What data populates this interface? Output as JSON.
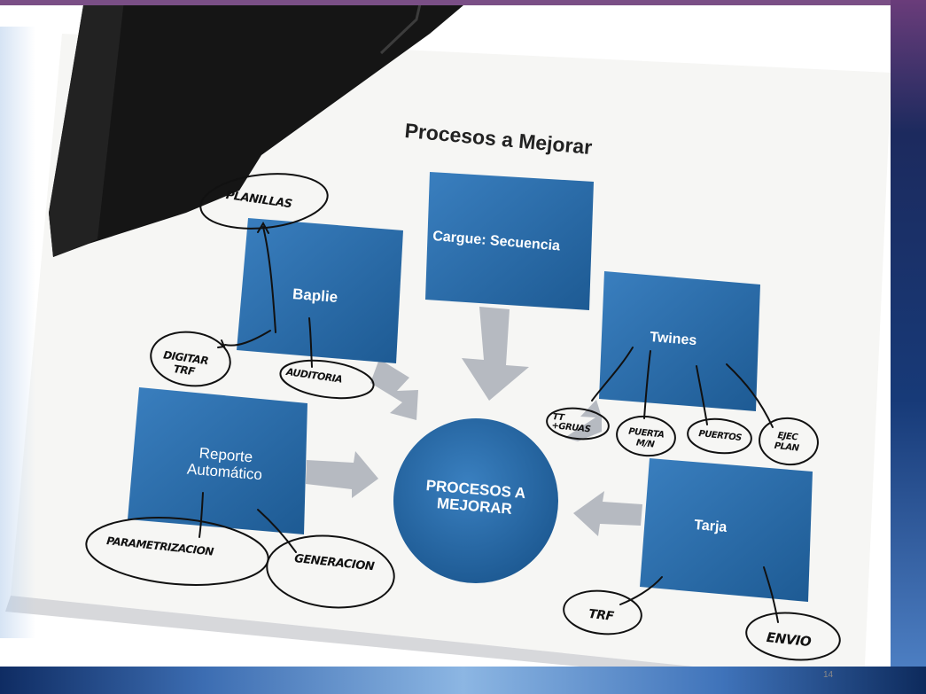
{
  "slide": {
    "title": "Procesos a Mejorar",
    "page_number": "14",
    "center": {
      "label_line1": "PROCESOS A",
      "label_line2": "MEJORAR"
    },
    "boxes": {
      "cargue": "Cargue: Secuencia",
      "baplie": "Baplie",
      "twines": "Twines",
      "reporte_line1": "Reporte",
      "reporte_line2": "Automático",
      "tarja": "Tarja"
    }
  },
  "handwritten": {
    "planillas": "PLANILLAS",
    "digitar_line1": "DIGITAR",
    "digitar_line2": "TRF",
    "auditoria": "AUDITORIA",
    "tt_line1": "TT",
    "tt_line2": "+GRUAS",
    "puerta_line1": "PUERTA",
    "puerta_line2": "M/N",
    "puertos": "PUERTOS",
    "ejec_line1": "EJEC",
    "ejec_line2": "PLAN",
    "parametrizacion": "PARAMETRIZACION",
    "generacion": "GENERACION",
    "trf": "TRF",
    "envio": "ENVIO"
  },
  "colors": {
    "box_blue": "#2d6fa8",
    "arrow_gray": "#b6bac1",
    "paper": "#f6f6f4",
    "frame_purple": "#7a4f86",
    "ink": "#111111"
  }
}
